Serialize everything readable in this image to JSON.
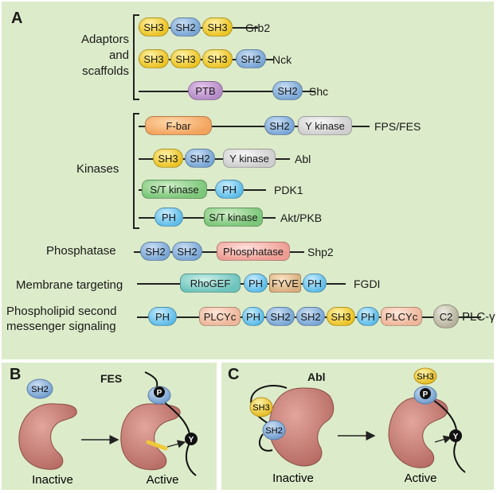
{
  "panel_a": {
    "letter": "A",
    "categories": {
      "adaptors": "Adaptors\nand\nscaffolds",
      "kinases": "Kinases",
      "phosphatase": "Phosphatase",
      "membrane": "Membrane targeting",
      "phospholipid": "Phospholipid second\nmessenger signaling"
    },
    "proteins": {
      "grb2": "Grb2",
      "nck": "Nck",
      "shc": "Shc",
      "fps": "FPS/FES",
      "abl": "Abl",
      "pdk1": "PDK1",
      "akt": "Akt/PKB",
      "shp2": "Shp2",
      "fgdi": "FGDI",
      "plc": "PLC-γ"
    },
    "domains": {
      "sh3": "SH3",
      "sh2": "SH2",
      "ptb": "PTB",
      "fbar": "F-bar",
      "ykinase": "Y kinase",
      "stkinase": "S/T kinase",
      "ph": "PH",
      "phosphatase": "Phosphatase",
      "rhogef": "RhoGEF",
      "fyve": "FYVE",
      "plcyc": "PLCYc",
      "c2": "C2"
    }
  },
  "panel_b": {
    "letter": "B",
    "title": "FES",
    "inactive": "Inactive",
    "active": "Active",
    "sh2": "SH2",
    "p": "P",
    "y": "Y"
  },
  "panel_c": {
    "letter": "C",
    "title": "Abl",
    "inactive": "Inactive",
    "active": "Active",
    "sh2": "SH2",
    "sh3": "SH3",
    "p": "P",
    "y": "Y"
  },
  "colors": {
    "panel_bg": "#dcebc9",
    "kinase_body": "#c9807a",
    "sh2": "#7aa7d6",
    "sh3": "#ecc425"
  }
}
